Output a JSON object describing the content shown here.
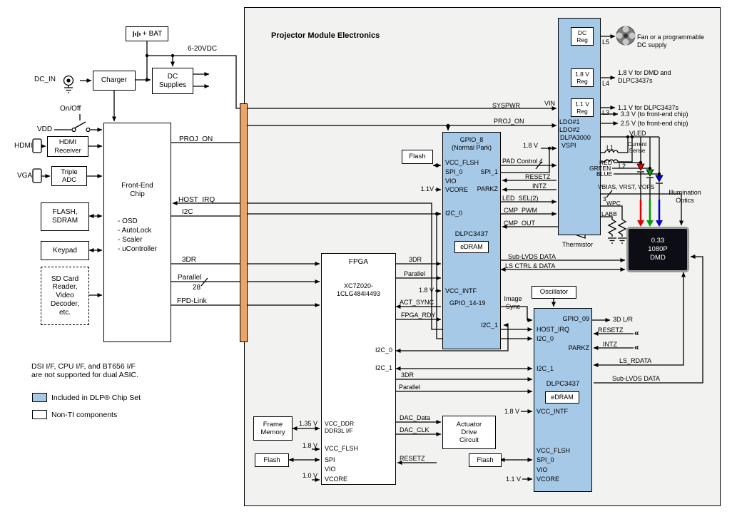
{
  "colors": {
    "chip_blue": "#A6C9E8",
    "connector_orange": "#E9A469",
    "panel_bg": "#F2F2F0",
    "dmd_bg": "#0D0D16",
    "red": "#E00100",
    "green": "#009B00",
    "blue_led": "#0000D0"
  },
  "panel_title": "Projector Module Electronics",
  "legend": {
    "note": "DSI I/F, CPU I/F, and BT656 I/F\nare not supported for dual ASIC.",
    "dlp": "Included in DLP® Chip Set",
    "nonti": "Non-TI components"
  },
  "power": {
    "bat_plus": "+",
    "bat": "BAT",
    "vdc": "6-20VDC",
    "dc_in": "DC_IN",
    "charger": "Charger",
    "dc_supplies": "DC\nSupplies",
    "on_off": "On/Off",
    "vdd": "VDD"
  },
  "frontend": {
    "hdmi": "HDMI",
    "hdmi_receiver": "HDMI\nReceiver",
    "vga": "VGA",
    "triple_adc": "Triple\nADC",
    "chip_title": "Front-End\nChip",
    "chip_items": [
      "- OSD",
      "- AutoLock",
      "- Scaler",
      "- uController"
    ],
    "flash_sdram": "FLASH,\nSDRAM",
    "keypad": "Keypad",
    "sd_card": "SD Card\nReader,\nVideo\nDecoder,\netc."
  },
  "host_bus": {
    "proj_on": "PROJ_ON",
    "host_irq": "HOST_IRQ",
    "i2c": "I2C",
    "tdr": "3DR",
    "parallel": "Parallel",
    "parallel_width": "28",
    "fpd_link": "FPD-Link"
  },
  "dlpa": {
    "syspwr": "SYSPWR",
    "proj_on": "PROJ_ON",
    "vin": "VIN",
    "name": "DLPA3000",
    "dc_reg": "DC\nReg",
    "v18_reg": "1.8 V\nReg",
    "v11_reg": "1.1 V\nReg",
    "l5": "L5",
    "l4": "L4",
    "l3": "L3",
    "l1": "L1",
    "l2": "L2",
    "ldo1": "LDO#1",
    "ldo2": "LDO#2",
    "fan_note": "Fan or a programmable\nDC supply",
    "v18_note": "1.8 V for DMD and\nDLPC3437s",
    "v11_note": "1.1 V for DLPC3437s",
    "v33_note": "3.3 V (to front-end chip)",
    "v25_note": "2.5 V (to front-end chip)",
    "vspi": "VSPI",
    "vspi_v": "1.8 V",
    "vled": "VLED",
    "current_sense": "Current\nSense",
    "red": "RED",
    "green": "GREEN",
    "blue": "BLUE",
    "vbias": "VBIAS, VRST, VOFS",
    "vbias_width": "3",
    "wpc": "WPC",
    "labb": "LABB",
    "thermistor": "Thermistor"
  },
  "dlpc_top": {
    "gpio": "GPIO_8\n(Normal Park)",
    "flash": "Flash",
    "vcc_flsh": "VCC_FLSH",
    "spi_0": "SPI_0",
    "vio": "VIO",
    "vcore": "VCORE",
    "v11": "1.1V",
    "spi_1": "SPI_1",
    "parkz": "PARKZ",
    "pad_control": "PAD Control 4",
    "resetz": "RESETZ",
    "intz": "INTZ",
    "led_sel": "LED_SEL(2)",
    "cmp_pwm": "CMP_PWM",
    "cmp_out": "CMP_OUT",
    "i2c_0": "I2C_0",
    "name": "DLPC3437",
    "edram": "eDRAM",
    "v18": "1.8 V",
    "vcc_intf": "VCC_INTF",
    "gpio_14": "GPIO_14-19",
    "i2c_1": "I2C_1",
    "sub_lvds": "Sub-LVDS DATA",
    "ls_ctrl": "LS CTRL & DATA"
  },
  "fpga": {
    "name": "FPGA",
    "part": "XC7Z020-\n1CLG484I4493",
    "tdr": "3DR",
    "parallel": "Parallel",
    "v18_intf": "1.8 V",
    "act_sync": "ACT_SYNC",
    "fpga_rdy": "FPGA_RDY",
    "i2c_0": "I2C_0",
    "i2c_1": "I2C_1",
    "tdr2": "3DR",
    "parallel2": "Parallel",
    "dac_data": "DAC_Data",
    "dac_clk": "DAC_CLK",
    "resetz": "RESETZ",
    "frame_memory": "Frame\nMemory",
    "flash": "Flash",
    "v135": "1.35 V",
    "vcc_ddr": "VCC_DDR\nDDR3L I/F",
    "v18": "1.8 V",
    "vcc_flsh": "VCC_FLSH",
    "spi": "SPI",
    "vio": "VIO",
    "v10": "1.0 V",
    "vcore": "VCORE",
    "actuator": "Actuator\nDrive\nCircuit"
  },
  "dlpc_bot": {
    "oscillator": "Oscillator",
    "image_sync": "Image\nSync",
    "gpio": "GPIO_09",
    "host_irq": "HOST_IRQ",
    "i2c_0": "I2C_0",
    "parkz": "PARKZ",
    "td_lr": "3D L/R",
    "resetz": "RESETZ",
    "intz": "INTZ",
    "ls_rdata": "LS_RDATA",
    "i2c_1": "I2C_1",
    "sub_lvds": "Sub-LVDS DATA",
    "name": "DLPC3437",
    "edram": "eDRAM",
    "v18": "1.8 V",
    "vcc_intf": "VCC_INTF",
    "flash": "Flash",
    "vcc_flsh": "VCC_FLSH",
    "spi_0": "SPI_0",
    "vio": "VIO",
    "v11": "1.1 V",
    "vcore": "VCORE",
    "offpage": "«"
  },
  "dmd": {
    "label": "0.33\n1080P\nDMD",
    "illumination": "Illumination\nOptics"
  }
}
